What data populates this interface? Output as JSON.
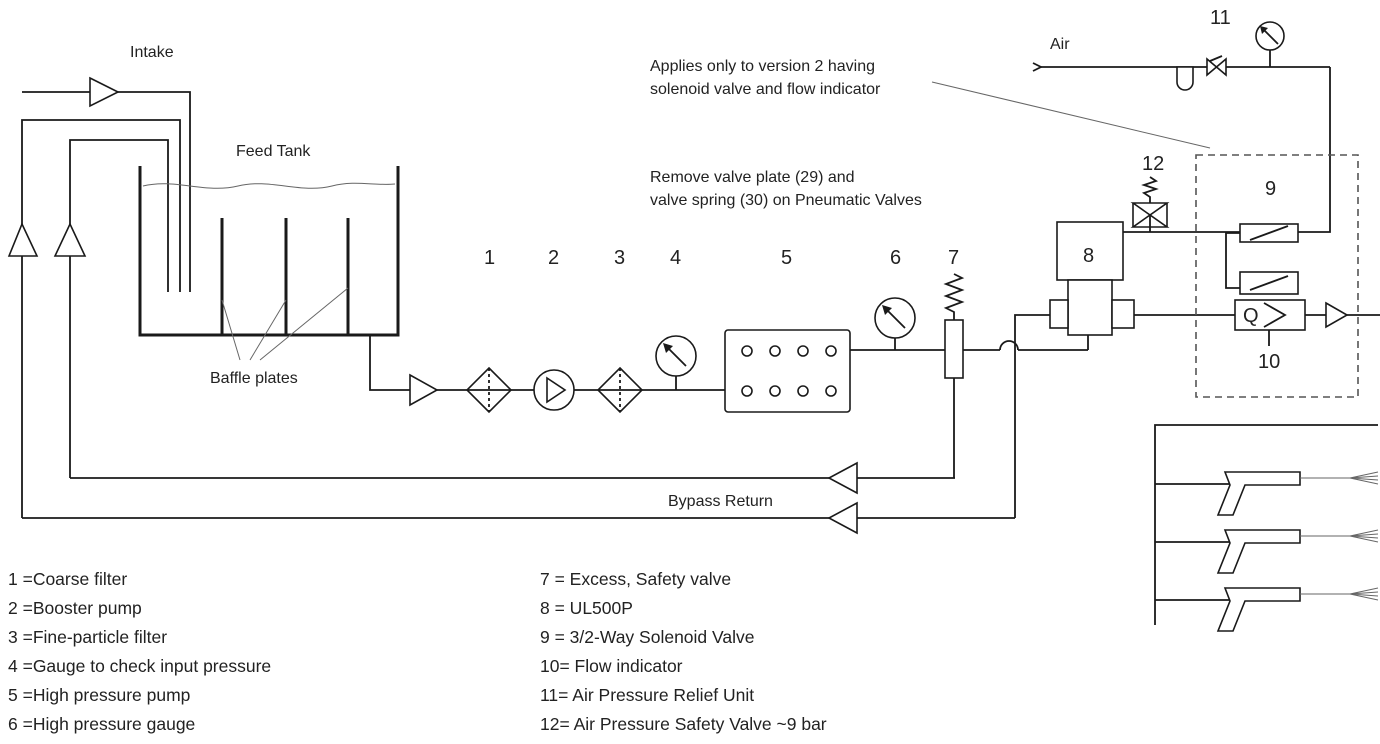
{
  "labels": {
    "intake": "Intake",
    "feed_tank": "Feed Tank",
    "baffle_plates": "Baffle plates",
    "bypass_return": "Bypass Return",
    "air": "Air",
    "note_version2_line1": "Applies only to version 2 having",
    "note_version2_line2": "solenoid valve and flow indicator",
    "note_remove_line1": "Remove valve plate (29) and",
    "note_remove_line2": "valve spring (30) on Pneumatic Valves",
    "flow_symbol": "Q"
  },
  "component_numbers": {
    "n1": "1",
    "n2": "2",
    "n3": "3",
    "n4": "4",
    "n5": "5",
    "n6": "6",
    "n7": "7",
    "n8": "8",
    "n9": "9",
    "n10": "10",
    "n11": "11",
    "n12": "12"
  },
  "legend_left": [
    "1 =Coarse filter",
    "2 =Booster pump",
    "3 =Fine-particle filter",
    "4 =Gauge to check input pressure",
    "5 =High pressure pump",
    "6 =High pressure gauge"
  ],
  "legend_right": [
    "7  = Excess, Safety valve",
    "8  = UL500P",
    "9  = 3/2-Way Solenoid Valve",
    "10= Flow indicator",
    "11= Air Pressure Relief Unit",
    "12= Air Pressure Safety Valve ~9 bar"
  ]
}
